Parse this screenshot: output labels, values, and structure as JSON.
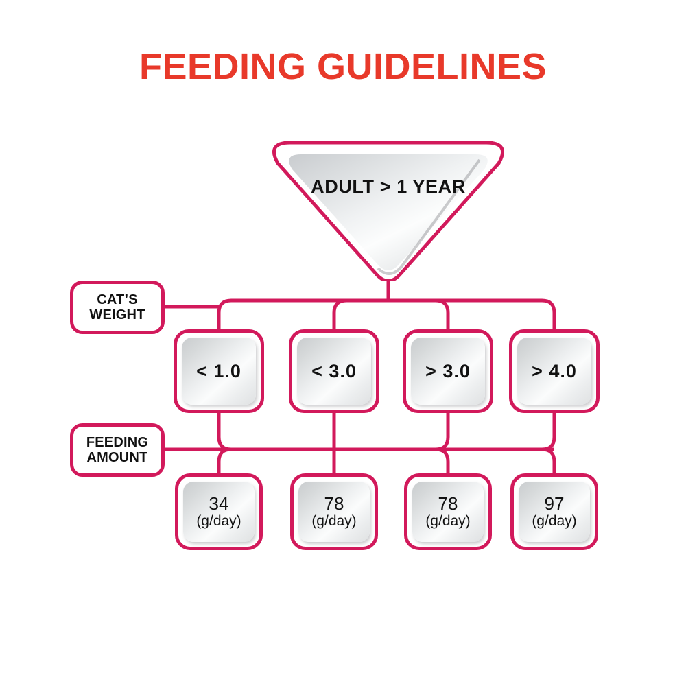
{
  "title": "FEEDING GUIDELINES",
  "colors": {
    "title_red": "#e8392a",
    "pink_border": "#d2195b",
    "text_black": "#111111",
    "background": "#ffffff"
  },
  "root": {
    "label": "ADULT  >  1 YEAR",
    "shape": "rounded-down-triangle"
  },
  "row_labels": {
    "weight": {
      "line1": "CAT’S",
      "line2": "WEIGHT"
    },
    "amount": {
      "line1": "FEEDING",
      "line2": "AMOUNT"
    }
  },
  "columns": [
    {
      "weight": "< 1.0",
      "amount_value": "34",
      "amount_unit": "(g/day)"
    },
    {
      "weight": "< 3.0",
      "amount_value": "78",
      "amount_unit": "(g/day)"
    },
    {
      "weight": "> 3.0",
      "amount_value": "78",
      "amount_unit": "(g/day)"
    },
    {
      "weight": "> 4.0",
      "amount_value": "97",
      "amount_unit": "(g/day)"
    }
  ]
}
